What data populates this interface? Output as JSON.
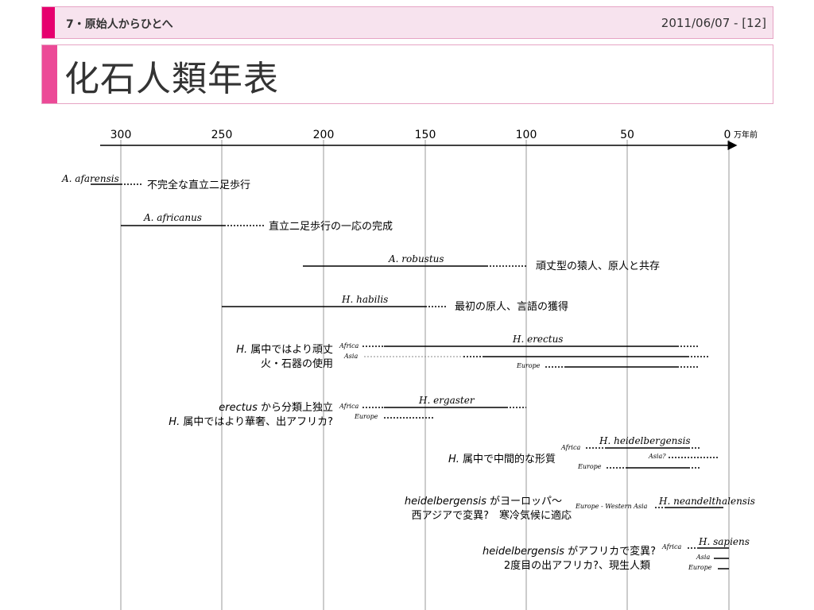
{
  "header": {
    "section": "7・原始人からひとへ",
    "date": "2011/06/07 - [12]"
  },
  "title": "化石人類年表",
  "accent_color": "#e6006e",
  "axis": {
    "ticks": [
      "300",
      "250",
      "200",
      "150",
      "100",
      "50",
      "0"
    ],
    "unit": "万年前"
  },
  "species": [
    {
      "name": "A. afarensis",
      "label": "不完全な直立二足歩行"
    },
    {
      "name": "A. africanus",
      "label": "直立二足歩行の一応の完成"
    },
    {
      "name": "A. robustus",
      "label": "頑丈型の猿人、原人と共存"
    },
    {
      "name": "H. habilis",
      "label": "最初の原人、言語の獲得"
    },
    {
      "name": "H. erectus",
      "note1_em": "H.",
      "note1_rest": " 属中ではより頑丈",
      "note2": "火・石器の使用",
      "regions": [
        "Africa",
        "Asia",
        "Europe"
      ]
    },
    {
      "name": "H. ergaster",
      "note1_em": "erectus",
      "note1_rest": " から分類上独立",
      "note2_em": "H.",
      "note2_rest": " 属中ではより華奢、出アフリカ?",
      "regions": [
        "Africa",
        "Europe"
      ]
    },
    {
      "name": "H. heidelbergensis",
      "note1_em": "H.",
      "note1_rest": " 属中で中間的な形質",
      "regions": [
        "Africa",
        "Asia?",
        "Europe"
      ]
    },
    {
      "name": "H. neandelthalensis",
      "note1_em": "heidelbergensis",
      "note1_rest": " がヨーロッパ～",
      "note2": "西アジアで変異?　寒冷気候に適応",
      "regions": [
        "Europe - Western Asia"
      ]
    },
    {
      "name": "H. sapiens",
      "note1_em": "heidelbergensis",
      "note1_rest": " がアフリカで変異?",
      "note2": "2度目の出アフリカ?、現生人類",
      "regions": [
        "Africa",
        "Asia",
        "Europe"
      ]
    }
  ]
}
